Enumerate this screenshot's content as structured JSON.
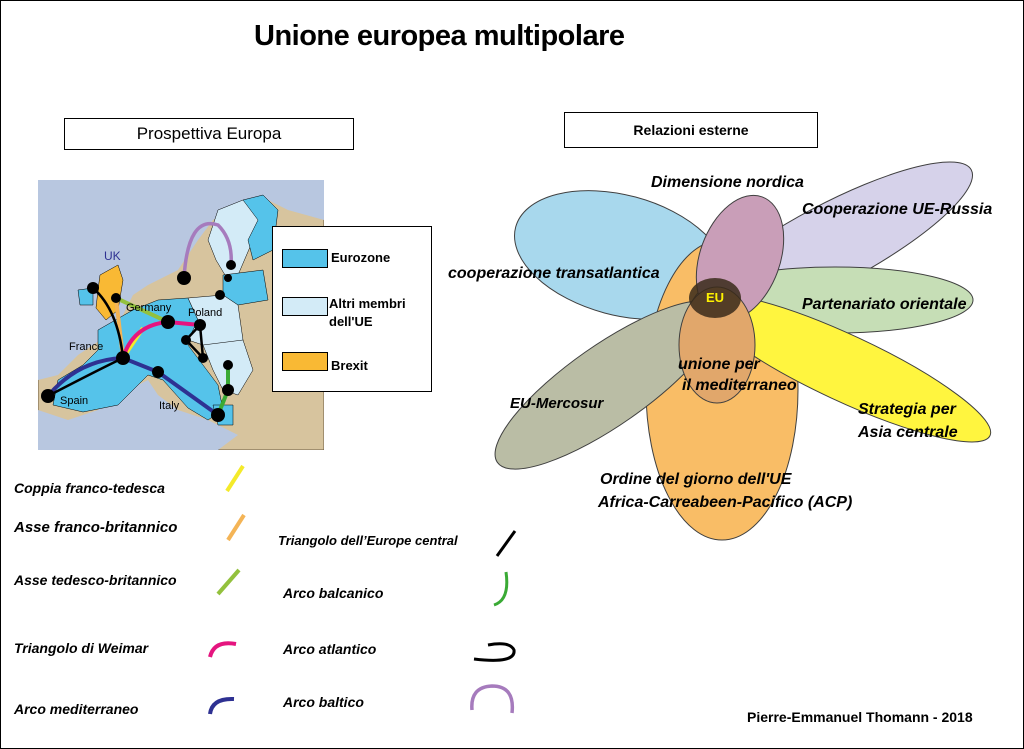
{
  "title": "Unione europea multipolare",
  "left_header": "Prospettiva Europa",
  "right_header": "Relazioni esterne",
  "map_labels": {
    "uk": "UK",
    "germany": "Germany",
    "poland": "Poland",
    "france": "France",
    "spain": "Spain",
    "italy": "Italy"
  },
  "map_legend": [
    {
      "label": "Eurozone",
      "color": "#55c3ea"
    },
    {
      "label": "Altri membri dell'UE",
      "color": "#d3ebf7"
    },
    {
      "label": "Brexit",
      "color": "#f9b934"
    }
  ],
  "axes_legend": [
    {
      "label": "Coppia franco-tedesca",
      "color": "#f4ea2a"
    },
    {
      "label": "Asse franco-britannico",
      "color": "#f4b456"
    },
    {
      "label": "Asse tedesco-britannico",
      "color": "#93c13d"
    },
    {
      "label": "Triangolo di Weimar",
      "color": "#e5157f"
    },
    {
      "label": "Arco mediterraneo",
      "color": "#2e3192"
    },
    {
      "label": "Triangolo dell’Europe central",
      "color": "#000000"
    },
    {
      "label": "Arco balcanico",
      "color": "#3aaa35"
    },
    {
      "label": "Arco atlantico",
      "color": "#000000"
    },
    {
      "label": "Arco baltico",
      "color": "#a67bbd"
    }
  ],
  "center_label": "EU",
  "relations": {
    "nordic": "Dimensione nordica",
    "russia": "Cooperazione UE-Russia",
    "transatlantic": "cooperazione transatlantica",
    "eastern": "Partenariato orientale",
    "med_1": "unione per",
    "med_2": "il mediterraneo",
    "mercosur": "EU-Mercosur",
    "asia_1": "Strategia per",
    "asia_2": "Asia centrale",
    "acp_1": "Ordine del giorno dell'UE",
    "acp_2": "Africa-Carreabeen-Pacifico (ACP)"
  },
  "relation_colors": {
    "transatlantic": "#8ccbe8",
    "nordic": "#b87ea1",
    "russia": "#c9c3e3",
    "eastern": "#b3d49e",
    "asia": "#fff200",
    "acp": "#f7a833",
    "mercosur": "#a3a887",
    "med": "#d88a3a"
  },
  "credit": "Pierre-Emmanuel Thomann - 2018"
}
